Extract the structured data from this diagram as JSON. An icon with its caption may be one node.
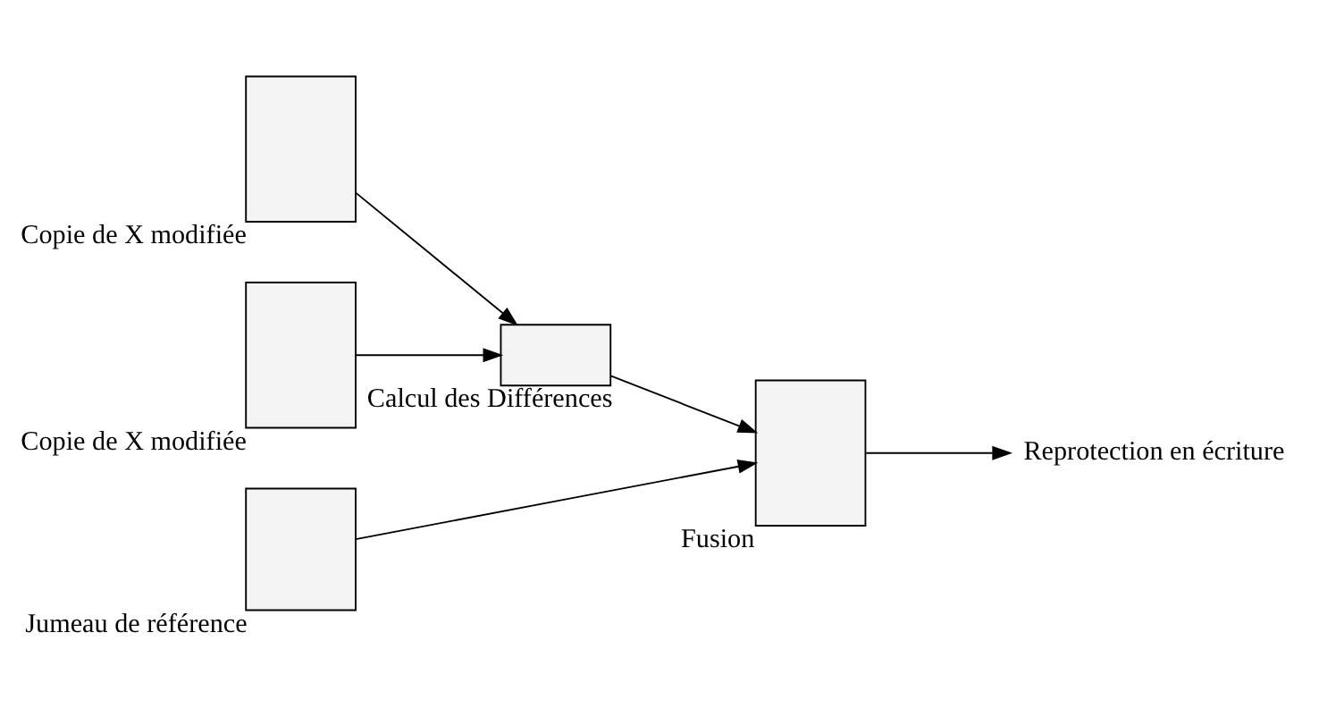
{
  "diagram": {
    "nodes": [
      {
        "text": [],
        "shape": "box",
        "beside": [
          "Copie de X modifiée"
        ]
      },
      {
        "text": [],
        "shape": "box",
        "beside": [
          "Copie de X modifiée"
        ]
      },
      {
        "text": [],
        "shape": "box",
        "beside": [
          "Jumeau de référence"
        ]
      },
      {
        "text": [],
        "shape": "box",
        "beside": [
          "Calcul des Différences"
        ]
      },
      {
        "text": [],
        "shape": "box",
        "beside": [
          "Fusion"
        ]
      },
      {
        "text": [
          "Reprotection en écriture"
        ]
      }
    ],
    "edges": [
      {
        "from": 0,
        "to": 3,
        "arrow": "to"
      },
      {
        "from": 1,
        "to": 3,
        "arrow": "to"
      },
      {
        "from": 3,
        "to": 4,
        "arrow": "to"
      },
      {
        "from": 2,
        "to": 4,
        "arrow": "to"
      },
      {
        "from": 4,
        "to": 5,
        "arrow": "to"
      }
    ]
  }
}
